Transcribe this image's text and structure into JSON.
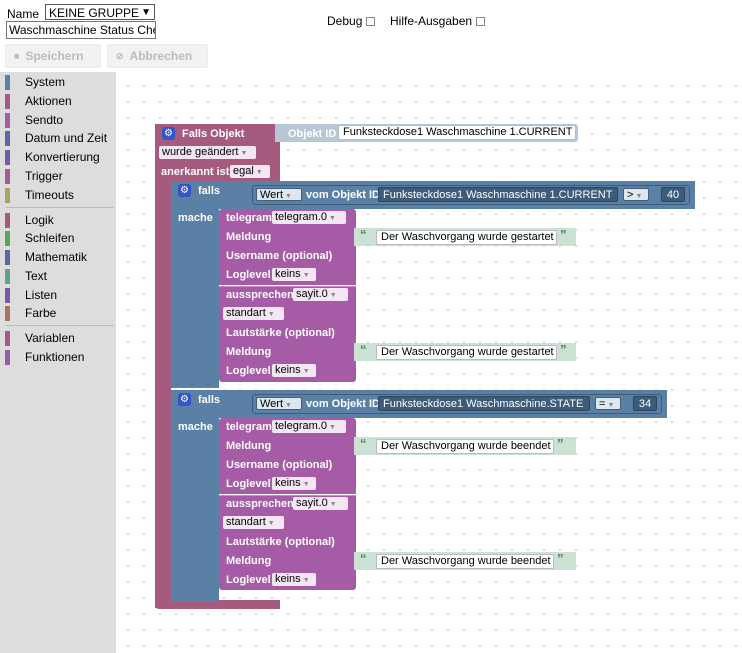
{
  "header": {
    "name_label": "Name",
    "group_select": "KEINE GRUPPE",
    "script_name": "Waschmaschine Status Che",
    "debug_label": "Debug",
    "help_label": "Hilfe-Ausgaben",
    "save_label": "Speichern",
    "cancel_label": "Abbrechen"
  },
  "toolbox": {
    "items": [
      {
        "label": "System",
        "color": "#5b80a5"
      },
      {
        "label": "Aktionen",
        "color": "#a55b80"
      },
      {
        "label": "Sendto",
        "color": "#a55ba5"
      },
      {
        "label": "Datum und Zeit",
        "color": "#5b67a5"
      },
      {
        "label": "Konvertierung",
        "color": "#745ba5"
      },
      {
        "label": "Trigger",
        "color": "#a55b99"
      },
      {
        "label": "Timeouts",
        "color": "#a5a55b"
      },
      {
        "label": "Logik",
        "color": "#a55b6e"
      },
      {
        "label": "Schleifen",
        "color": "#5ba55b"
      },
      {
        "label": "Mathematik",
        "color": "#5b67a5"
      },
      {
        "label": "Text",
        "color": "#5ba58c"
      },
      {
        "label": "Listen",
        "color": "#745ba5"
      },
      {
        "label": "Farbe",
        "color": "#a5745b"
      },
      {
        "label": "Variablen",
        "color": "#a55b80"
      },
      {
        "label": "Funktionen",
        "color": "#995ba5"
      }
    ]
  },
  "trigger": {
    "title": "Falls Objekt",
    "object_id_label": "Objekt ID",
    "object_id": "Funksteckdose1 Waschmaschine 1.CURRENT",
    "change_mode": "wurde geändert",
    "ack_label": "anerkannt ist",
    "ack_value": "egal"
  },
  "if1": {
    "if_label": "falls",
    "do_label": "mache",
    "value_label": "Wert",
    "from_label": "vom Objekt ID",
    "object_id": "Funksteckdose1 Waschmaschine 1.CURRENT",
    "operator": ">",
    "compare": "40",
    "telegram_label": "telegram",
    "telegram_instance": "telegram.0",
    "message_label": "Meldung",
    "message": "Der Waschvorgang wurde gestartet",
    "username_label": "Username (optional)",
    "loglevel_label": "Loglevel",
    "loglevel": "keins",
    "say_label": "aussprechen",
    "say_instance": "sayit.0",
    "say_mode": "standart",
    "volume_label": "Lautstärke (optional)",
    "say_message_label": "Meldung",
    "say_message": "Der Waschvorgang wurde gestartet",
    "say_loglevel_label": "Loglevel",
    "say_loglevel": "keins"
  },
  "if2": {
    "if_label": "falls",
    "do_label": "mache",
    "value_label": "Wert",
    "from_label": "vom Objekt ID",
    "object_id": "Funksteckdose1 Waschmaschine.STATE",
    "operator": "=",
    "compare": "34",
    "telegram_label": "telegram",
    "telegram_instance": "telegram.0",
    "message_label": "Meldung",
    "message": "Der Waschvorgang wurde beendet",
    "username_label": "Username (optional)",
    "loglevel_label": "Loglevel",
    "loglevel": "keins",
    "say_label": "aussprechen",
    "say_instance": "sayit.0",
    "say_mode": "standart",
    "volume_label": "Lautstärke (optional)",
    "say_message_label": "Meldung",
    "say_message": "Der Waschvorgang wurde beendet",
    "say_loglevel_label": "Loglevel",
    "say_loglevel": "keins"
  }
}
